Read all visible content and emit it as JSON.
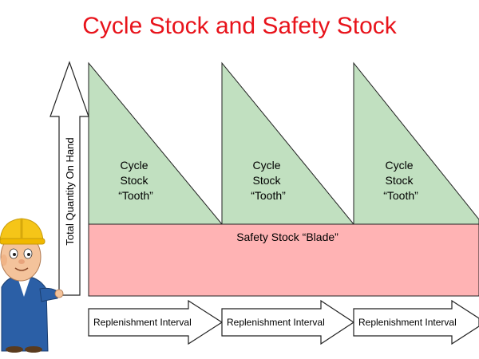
{
  "title": "Cycle Stock and Safety Stock",
  "y_axis_label": "Total Quantity On Hand",
  "teeth": [
    {
      "lines": [
        "Cycle",
        "Stock",
        "“Tooth”"
      ]
    },
    {
      "lines": [
        "Cycle",
        "Stock",
        "“Tooth”"
      ]
    },
    {
      "lines": [
        "Cycle",
        "Stock",
        "“Tooth”"
      ]
    }
  ],
  "safety_stock_label": "Safety Stock “Blade”",
  "intervals": [
    {
      "label": "Replenishment Interval"
    },
    {
      "label": "Replenishment Interval"
    },
    {
      "label": "Replenishment Interval"
    }
  ],
  "colors": {
    "title": "#e8131b",
    "tooth_fill": "#c1e0c0",
    "blade_fill": "#ffb3b4",
    "outline": "#222222",
    "helmet": "#f5c518",
    "shirt": "#2b5fa6",
    "skin": "#f4c39b"
  },
  "icons": [
    "worker-mascot-icon",
    "up-arrow-icon",
    "right-arrow-icon"
  ]
}
